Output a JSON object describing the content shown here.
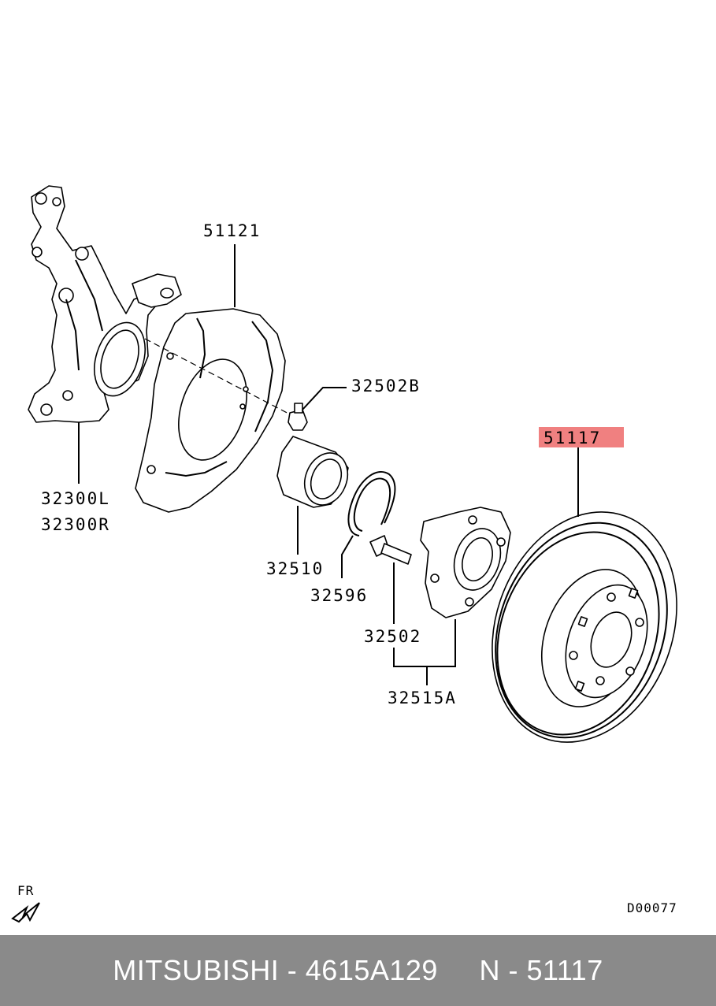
{
  "diagram": {
    "labels": {
      "knuckle_bracket": "51121",
      "knuckle_left": "32300L",
      "knuckle_right": "32300R",
      "bolt": "32502B",
      "bearing": "32510",
      "snap_ring": "32596",
      "hub_bolt": "32502",
      "hub_assembly": "32515A",
      "brake_disc": "51117"
    },
    "direction_label": "FR",
    "diagram_code": "D00077",
    "highlight_color": "#f08080"
  },
  "footer": {
    "text": "MITSUBISHI - 4615A129     N - 51117",
    "background": "#8a8a8a"
  }
}
